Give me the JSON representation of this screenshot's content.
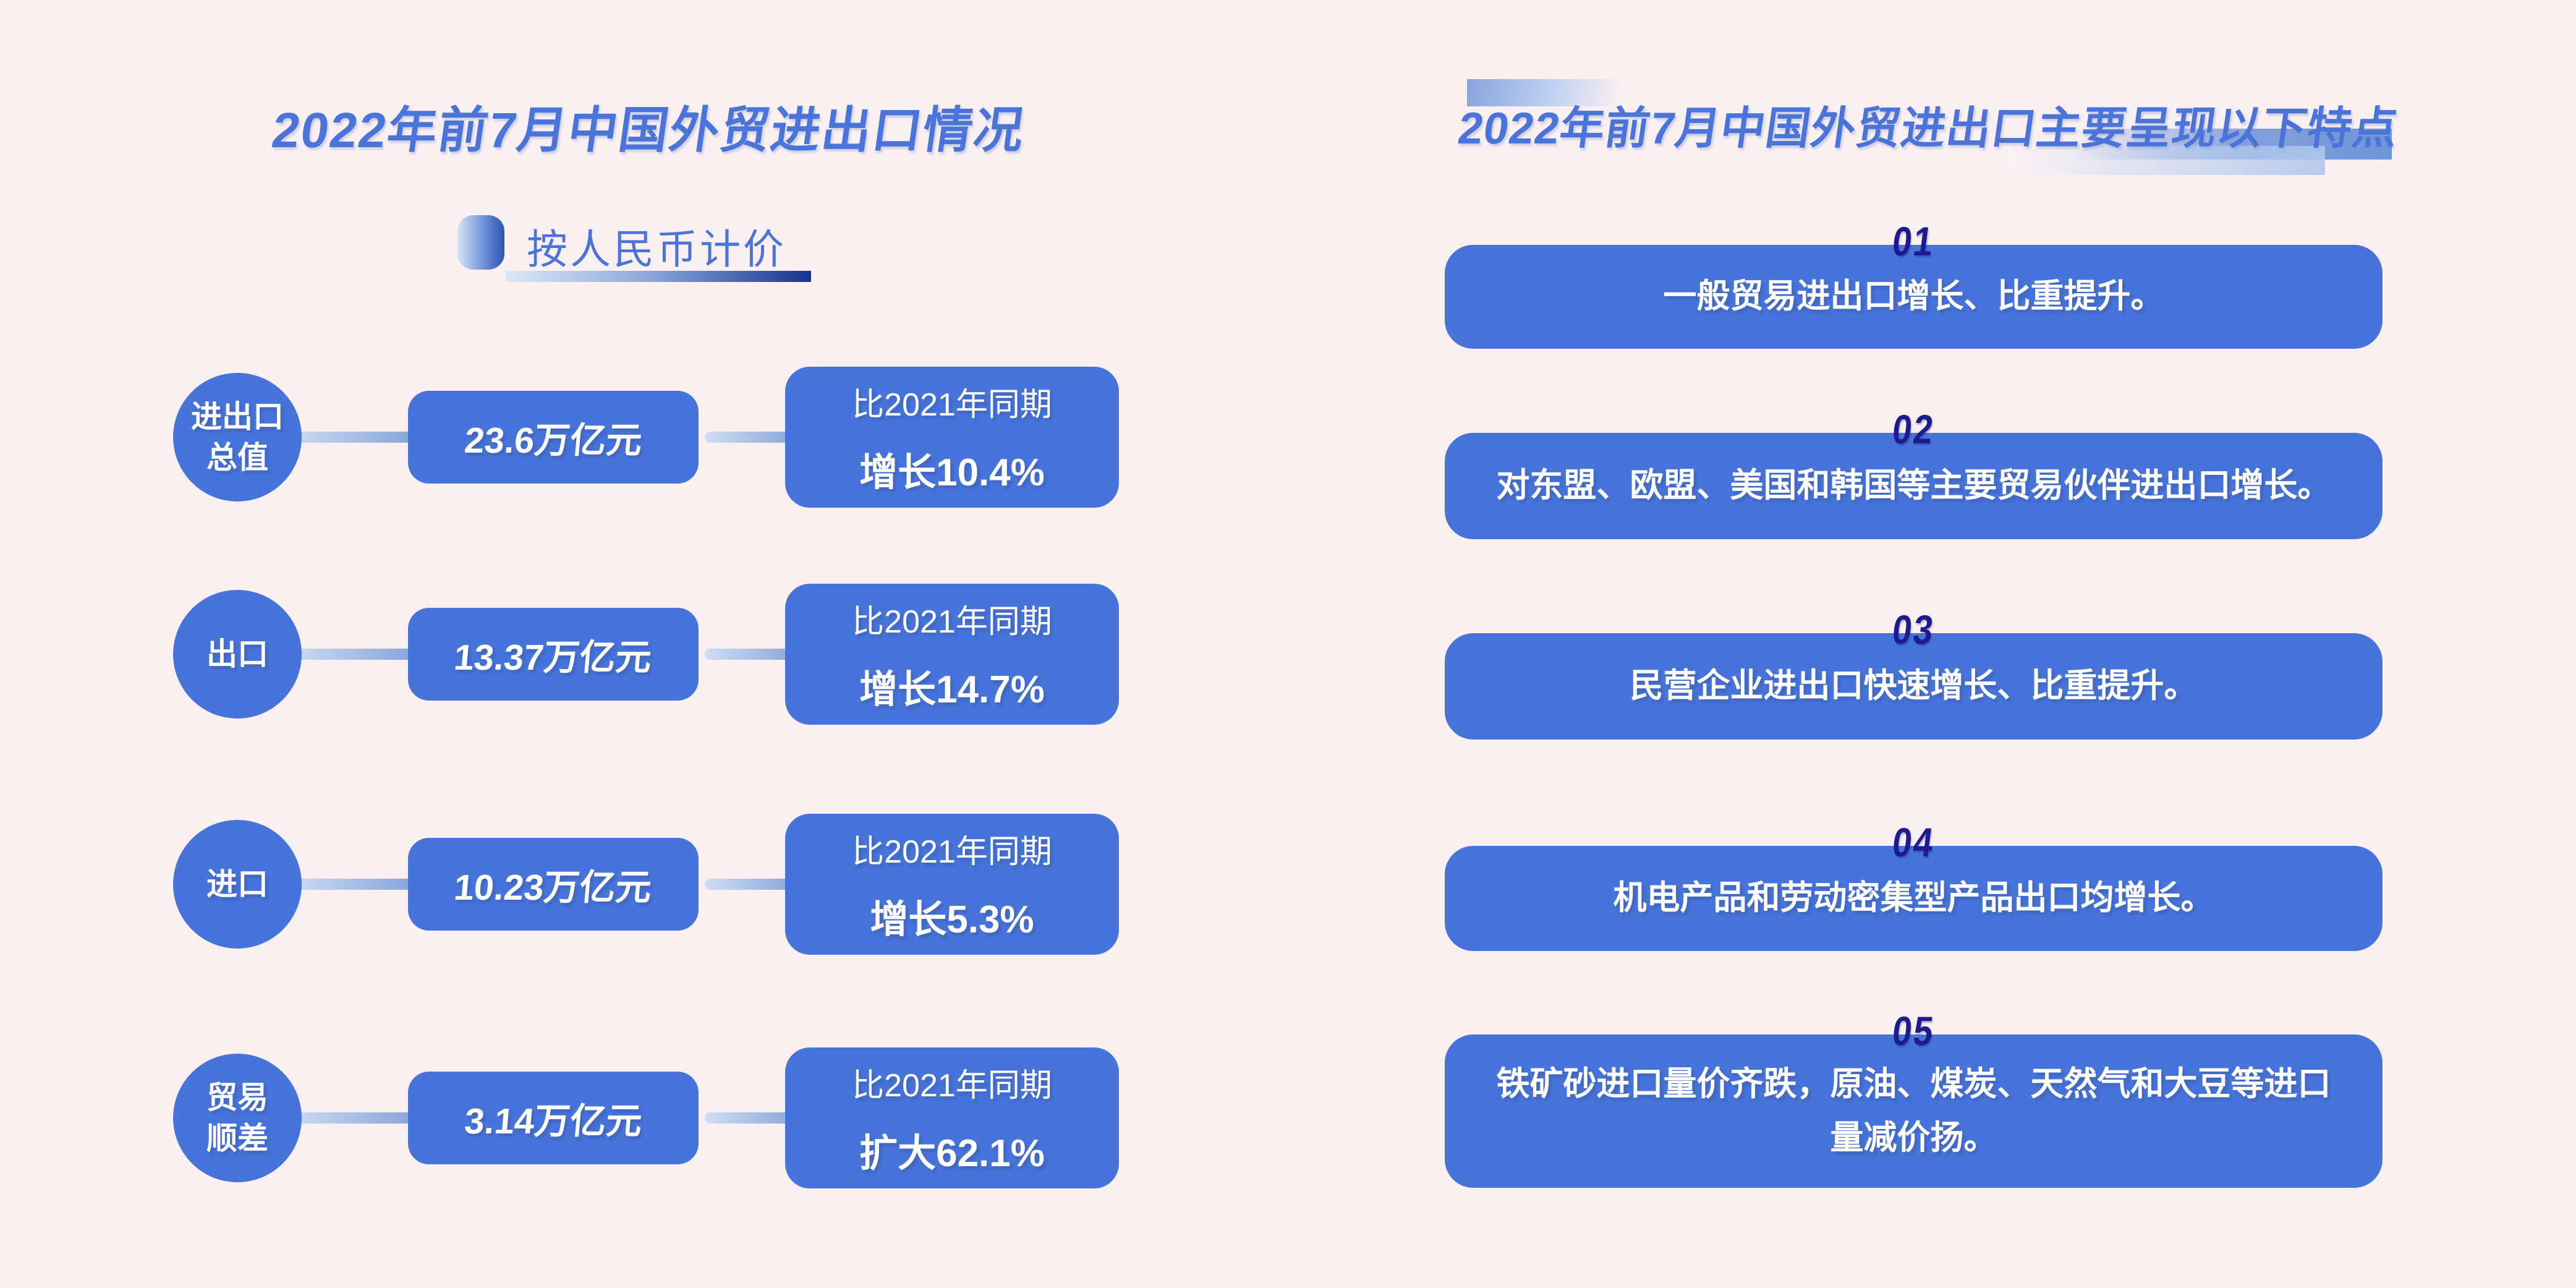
{
  "background": "#faf0f2",
  "colors": {
    "box_blue": "#4674db",
    "title_blue": "#4a74d9",
    "number_navy": "#1c1c90",
    "connector_dark": "#2d52ae"
  },
  "left": {
    "title": "2022年前7月中国外贸进出口情况",
    "subtitle": "按人民币计价",
    "rows": [
      {
        "label": "进出口\n总值",
        "value": "23.6万亿元",
        "compare_prefix": "比2021年同期",
        "compare_change": "增长10.4%"
      },
      {
        "label": "出口",
        "value": "13.37万亿元",
        "compare_prefix": "比2021年同期",
        "compare_change": "增长14.7%"
      },
      {
        "label": "进口",
        "value": "10.23万亿元",
        "compare_prefix": "比2021年同期",
        "compare_change": "增长5.3%"
      },
      {
        "label": "贸易\n顺差",
        "value": "3.14万亿元",
        "compare_prefix": "比2021年同期",
        "compare_change": "扩大62.1%"
      }
    ]
  },
  "right": {
    "title": "2022年前7月中国外贸进出口主要呈现以下特点",
    "items": [
      {
        "number": "01",
        "text": "一般贸易进出口增长、比重提升。"
      },
      {
        "number": "02",
        "text": "对东盟、欧盟、美国和韩国等主要贸易伙伴进出口增长。"
      },
      {
        "number": "03",
        "text": "民营企业进出口快速增长、比重提升。"
      },
      {
        "number": "04",
        "text": "机电产品和劳动密集型产品出口均增长。"
      },
      {
        "number": "05",
        "text": "铁矿砂进口量价齐跌，原油、煤炭、天然气和大豆等进口\n量减价扬。"
      }
    ]
  }
}
